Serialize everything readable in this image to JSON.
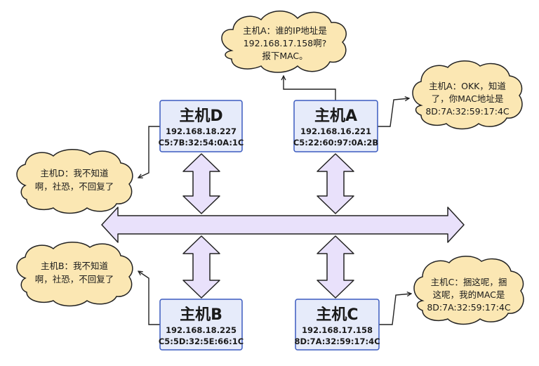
{
  "colors": {
    "host_fill": "#e6ebfa",
    "host_stroke": "#3b5bbf",
    "arrow_fill": "#e9e1fb",
    "arrow_stroke": "#222222",
    "cloud_fill": "#fbe7b3",
    "cloud_stroke": "#222222",
    "connector": "#222222"
  },
  "hosts": {
    "D": {
      "name": "主机D",
      "ip": "192.168.18.227",
      "mac": "C5:7B:32:54:0A:1C"
    },
    "A": {
      "name": "主机A",
      "ip": "192.168.16.221",
      "mac": "C5:22:60:97:0A:2B"
    },
    "B": {
      "name": "主机B",
      "ip": "192.168.18.225",
      "mac": "C5:5D:32:5E:66:1C"
    },
    "C": {
      "name": "主机C",
      "ip": "192.168.17.158",
      "mac": "8D:7A:32:59:17:4C"
    }
  },
  "clouds": {
    "a_request": {
      "lines": [
        "主机A：谁的IP地址是",
        "192.168.17.158啊?",
        "报下MAC。"
      ]
    },
    "a_reply": {
      "lines": [
        "主机A：OKK，知道",
        "了，你MAC地址是",
        "8D:7A:32:59:17:4C"
      ]
    },
    "d_reply": {
      "lines": [
        "主机D：我不知道",
        "啊，社恐，不回复了"
      ]
    },
    "b_reply": {
      "lines": [
        "主机B：我不知道",
        "啊，社恐，不回复了"
      ]
    },
    "c_reply": {
      "lines": [
        "主机C：捆这呢，捆",
        "这呢，我的MAC是",
        "8D:7A:32:59:17:4C"
      ]
    }
  }
}
